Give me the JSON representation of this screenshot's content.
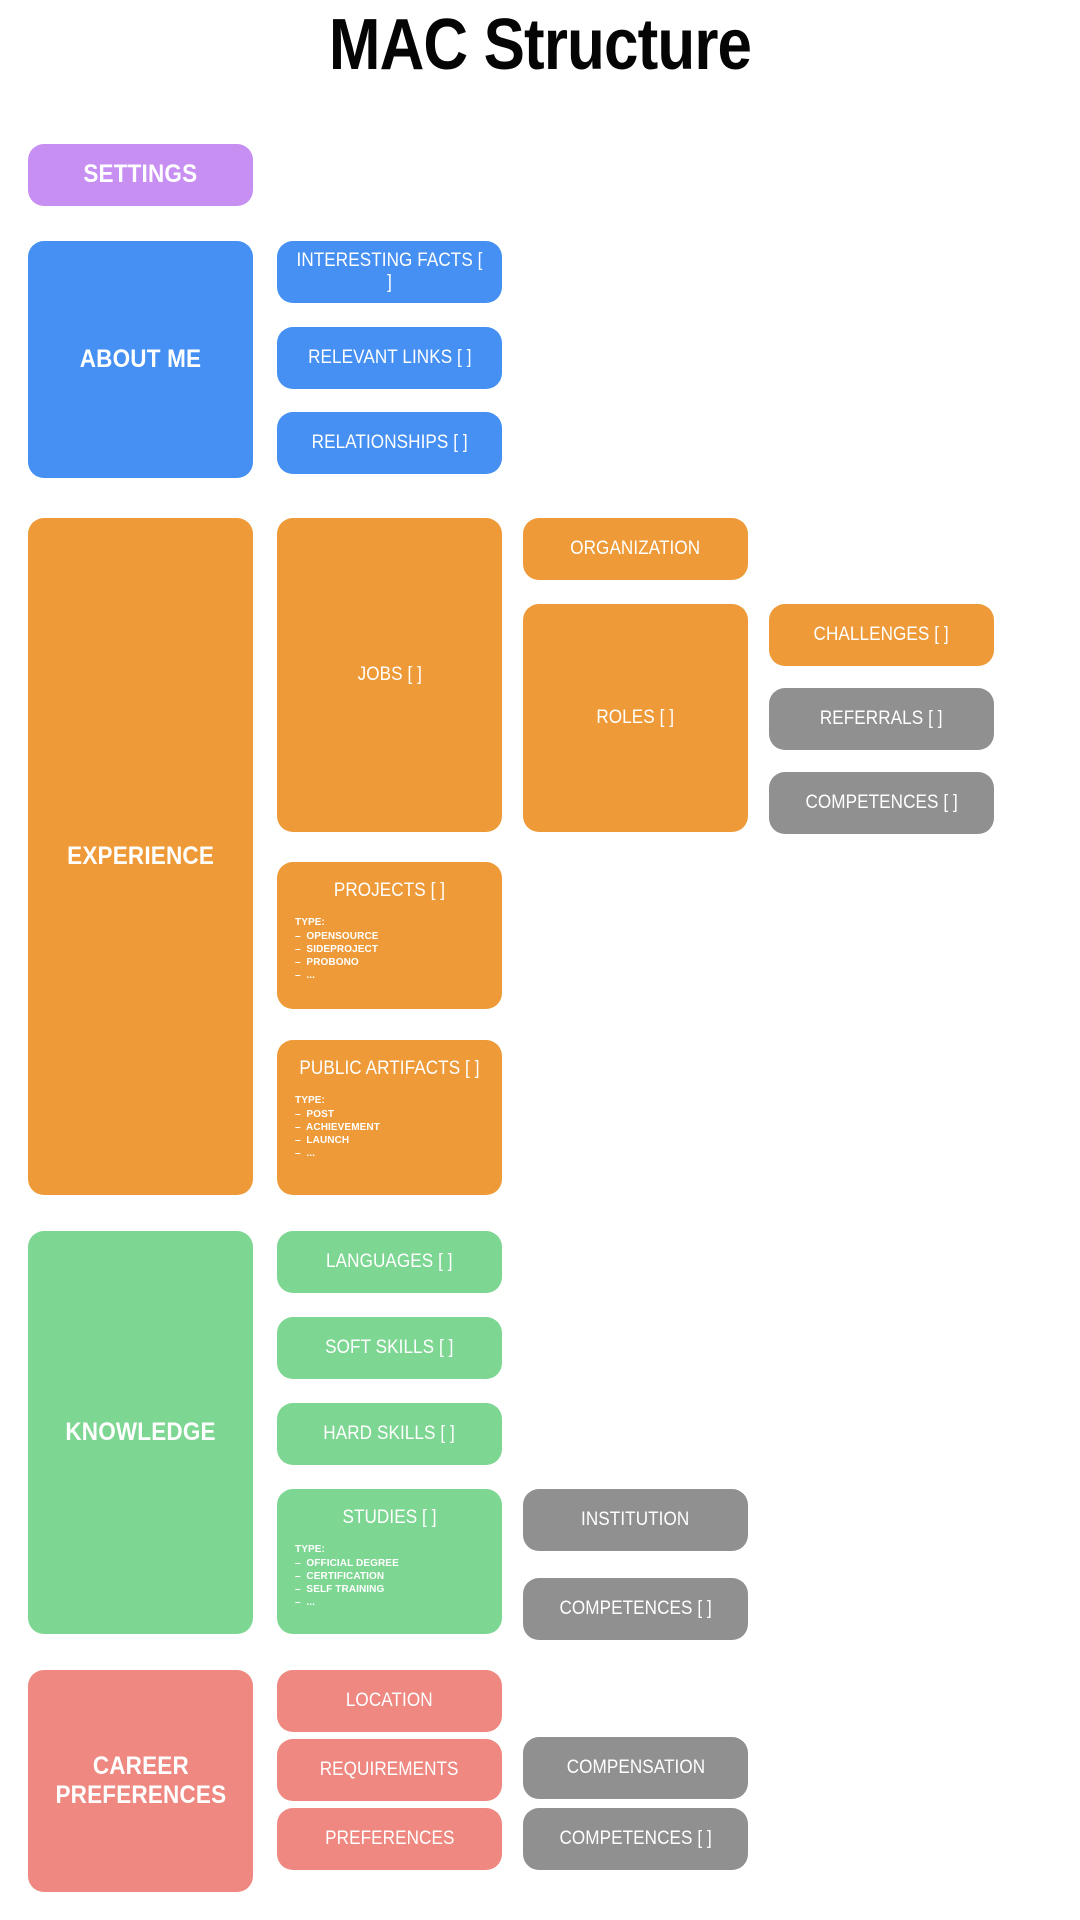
{
  "page": {
    "title": "MAC Structure",
    "background": "#ffffff"
  },
  "colors": {
    "purple": "#c78ff2",
    "blue": "#4590f2",
    "orange": "#ee9a38",
    "green": "#7ed693",
    "red": "#ee8881",
    "gray": "#909090",
    "text": "#ffffff",
    "title": "#050505"
  },
  "sections": {
    "settings": {
      "label": "SETTINGS",
      "color": "#c78ff2"
    },
    "about_me": {
      "label": "ABOUT ME",
      "color": "#4590f2",
      "children": [
        {
          "label": "INTERESTING FACTS [ ]",
          "color": "#4590f2"
        },
        {
          "label": "RELEVANT LINKS [ ]",
          "color": "#4590f2"
        },
        {
          "label": "RELATIONSHIPS [ ]",
          "color": "#4590f2"
        }
      ]
    },
    "experience": {
      "label": "EXPERIENCE",
      "color": "#ee9a38",
      "jobs": {
        "label": "JOBS [ ]",
        "color": "#ee9a38"
      },
      "organization": {
        "label": "ORGANIZATION",
        "color": "#ee9a38"
      },
      "roles": {
        "label": "ROLES [ ]",
        "color": "#ee9a38"
      },
      "challenges": {
        "label": "CHALLENGES [ ]",
        "color": "#ee9a38"
      },
      "referrals": {
        "label": "REFERRALS [ ]",
        "color": "#909090"
      },
      "competences": {
        "label": "COMPETENCES [ ]",
        "color": "#909090"
      },
      "projects": {
        "label": "PROJECTS [ ]",
        "color": "#ee9a38",
        "type_heading": "TYPE:",
        "type_items": [
          "–  OPENSOURCE",
          "–  SIDEPROJECT",
          "–  PROBONO",
          "–  ..."
        ]
      },
      "public_artifacts": {
        "label": "PUBLIC ARTIFACTS [ ]",
        "color": "#ee9a38",
        "type_heading": "TYPE:",
        "type_items": [
          "–  POST",
          "–  ACHIEVEMENT",
          "–  LAUNCH",
          "–  ..."
        ]
      }
    },
    "knowledge": {
      "label": "KNOWLEDGE",
      "color": "#7ed693",
      "languages": {
        "label": "LANGUAGES [ ]",
        "color": "#7ed693"
      },
      "soft_skills": {
        "label": "SOFT SKILLS [ ]",
        "color": "#7ed693"
      },
      "hard_skills": {
        "label": "HARD SKILLS [ ]",
        "color": "#7ed693"
      },
      "studies": {
        "label": "STUDIES [ ]",
        "color": "#7ed693",
        "type_heading": "TYPE:",
        "type_items": [
          "–  OFFICIAL DEGREE",
          "–  CERTIFICATION",
          "–  SELF TRAINING",
          "–  ..."
        ]
      },
      "institution": {
        "label": "INSTITUTION",
        "color": "#909090"
      },
      "competences": {
        "label": "COMPETENCES [ ]",
        "color": "#909090"
      }
    },
    "career_preferences": {
      "label": "CAREER\nPREFERENCES",
      "color": "#ee8881",
      "location": {
        "label": "LOCATION",
        "color": "#ee8881"
      },
      "requirements": {
        "label": "REQUIREMENTS",
        "color": "#ee8881"
      },
      "preferences": {
        "label": "PREFERENCES",
        "color": "#ee8881"
      },
      "compensation": {
        "label": "COMPENSATION",
        "color": "#909090"
      },
      "competences": {
        "label": "COMPETENCES [ ]",
        "color": "#909090"
      }
    }
  }
}
